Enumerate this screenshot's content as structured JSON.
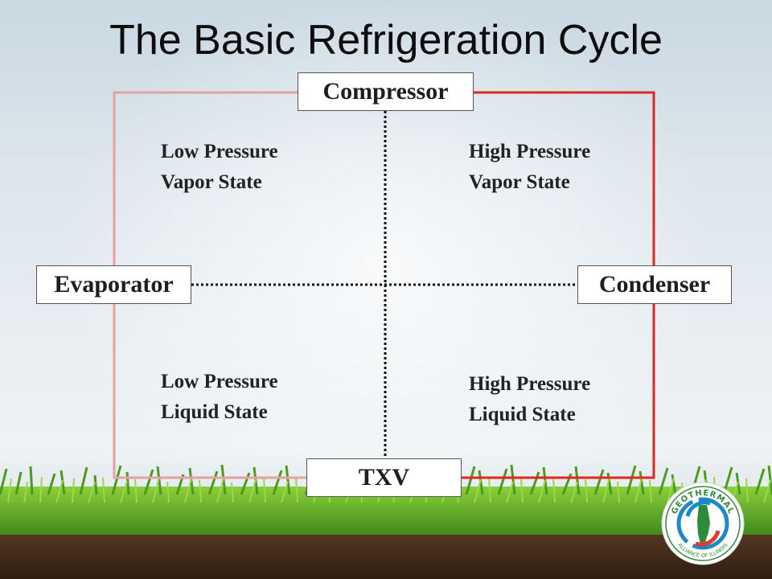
{
  "title": "The Basic Refrigeration Cycle",
  "components": {
    "compressor": "Compressor",
    "evaporator": "Evaporator",
    "condenser": "Condenser",
    "expansion_valve": "TXV"
  },
  "states": {
    "top_left": {
      "line1": "Low Pressure",
      "line2": "Vapor State"
    },
    "top_right": {
      "line1": "High Pressure",
      "line2": "Vapor State"
    },
    "bottom_left": {
      "line1": "Low Pressure",
      "line2": "Liquid State"
    },
    "bottom_right": {
      "line1": "High Pressure",
      "line2": "Liquid State"
    }
  },
  "colors": {
    "low_pressure_line": "#e5a0a0",
    "high_pressure_line": "#e0281e",
    "divider": "#111111"
  },
  "logo": {
    "text_top": "GEOTHERMAL",
    "text_bottom": "ALLIANCE OF ILLINOIS"
  }
}
